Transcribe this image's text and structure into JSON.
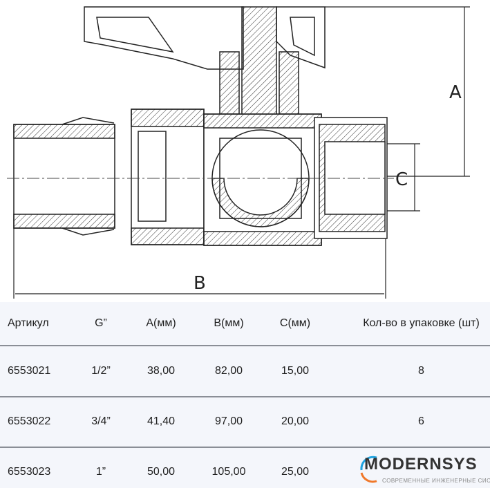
{
  "drawing": {
    "dimensions": {
      "a": "A",
      "b": "B",
      "c": "C"
    }
  },
  "table": {
    "headers": [
      "Артикул",
      "G”",
      "A(мм)",
      "B(мм)",
      "C(мм)",
      "Кол-во в упаковке (шт)"
    ],
    "rows": [
      [
        "6553021",
        "1/2”",
        "38,00",
        "82,00",
        "15,00",
        "8"
      ],
      [
        "6553022",
        "3/4”",
        "41,40",
        "97,00",
        "20,00",
        "6"
      ],
      [
        "6553023",
        "1”",
        "50,00",
        "105,00",
        "25,00",
        ""
      ]
    ]
  },
  "logo": {
    "name": "MODERNSYS",
    "tagline": "СОВРЕМЕННЫЕ ИНЖЕНЕРНЫЕ СИСТЕМЫ",
    "colors": {
      "blue": "#1fa3e0",
      "orange": "#f0782a"
    }
  }
}
